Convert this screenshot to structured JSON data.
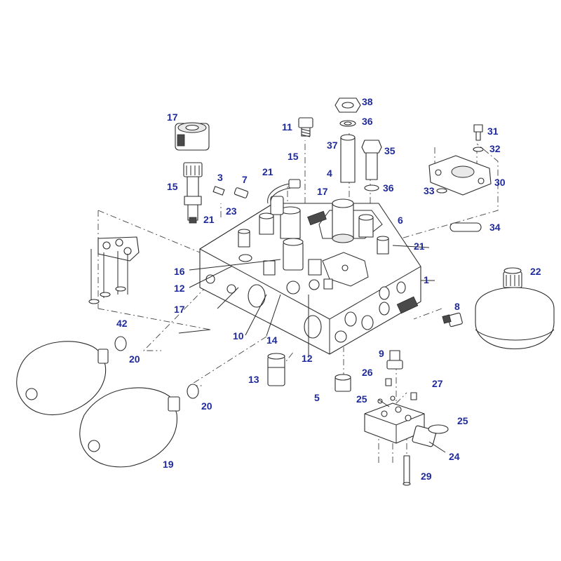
{
  "diagram": {
    "label_color": "#1f2a9c",
    "line_color": "#2a2a2a",
    "callouts": [
      "17",
      "11",
      "38",
      "36",
      "37",
      "35",
      "31",
      "32",
      "3",
      "7",
      "21",
      "15",
      "4",
      "17",
      "15",
      "23",
      "21",
      "6",
      "21",
      "33",
      "30",
      "36",
      "34",
      "1",
      "22",
      "16",
      "12",
      "17",
      "10",
      "14",
      "12",
      "8",
      "42",
      "20",
      "9",
      "13",
      "26",
      "27",
      "5",
      "25",
      "25",
      "24",
      "20",
      "19",
      "29"
    ]
  }
}
